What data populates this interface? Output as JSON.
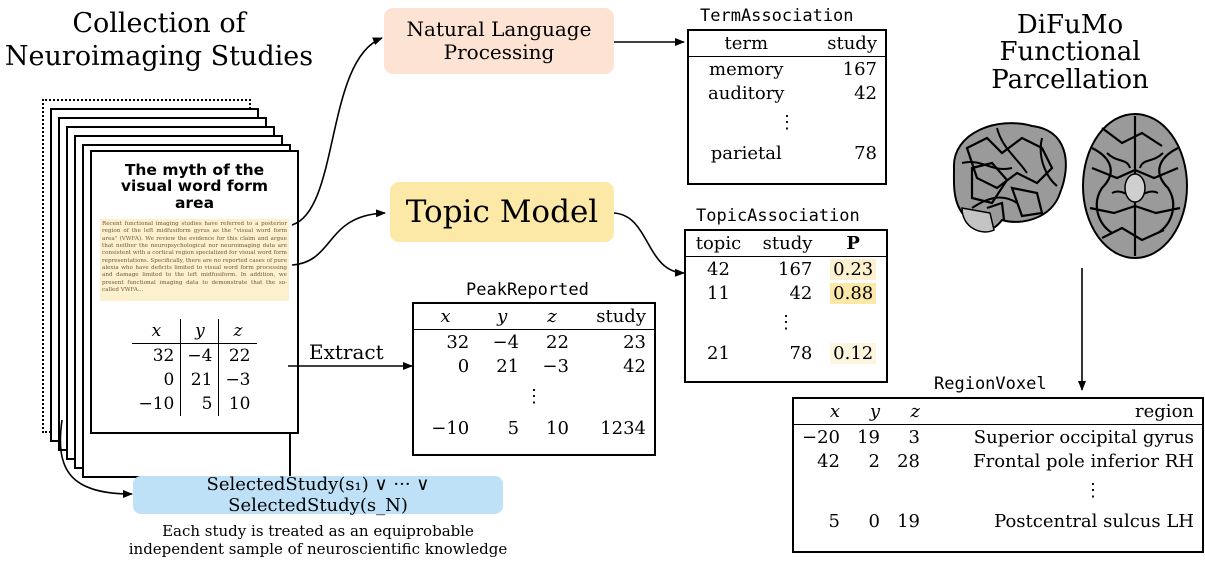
{
  "collection": {
    "title_line1": "Collection of",
    "title_line2": "Neuroimaging Studies"
  },
  "paper": {
    "title": "The myth of the visual word form area",
    "abstract": "Recent functional imaging studies have referred to a posterior region of the left midfusiform gyrus as the \"visual word form area\" (VWFA). We review the evidence for this claim and argue that neither the neuropsychological nor neuroimaging data are consistent with a cortical region specialized for visual word form representations. Specifically, there are no reported cases of pure alexia who have deficits limited to visual word form processing and damage limited to the left midfusiform. In addition, we present functional imaging data to demonstrate that the so-called VWFA...",
    "table": {
      "headers": [
        "x",
        "y",
        "z"
      ],
      "rows": [
        [
          "32",
          "−4",
          "22"
        ],
        [
          "0",
          "21",
          "−3"
        ],
        [
          "−10",
          "5",
          "10"
        ]
      ]
    }
  },
  "nlp": {
    "line1": "Natural Language",
    "line2": "Processing"
  },
  "topic_model": {
    "label": "Topic Model"
  },
  "extract": {
    "label": "Extract"
  },
  "selected": {
    "label": "SelectedStudy(s₁) ∨ ··· ∨ SelectedStudy(s_N)"
  },
  "caption": {
    "line1": "Each study is treated as an equiprobable",
    "line2": "independent sample of neuroscientific knowledge"
  },
  "term_association": {
    "title": "TermAssociation",
    "headers": [
      "term",
      "study"
    ],
    "rows": [
      [
        "memory",
        "167"
      ],
      [
        "auditory",
        "42"
      ],
      [
        "parietal",
        "78"
      ]
    ]
  },
  "topic_association": {
    "title": "TopicAssociation",
    "headers": [
      "topic",
      "study",
      "P"
    ],
    "rows": [
      [
        "42",
        "167",
        "0.23"
      ],
      [
        "11",
        "42",
        "0.88"
      ],
      [
        "21",
        "78",
        "0.12"
      ]
    ]
  },
  "peak_reported": {
    "title": "PeakReported",
    "headers": [
      "x",
      "y",
      "z",
      "study"
    ],
    "rows": [
      [
        "32",
        "−4",
        "22",
        "23"
      ],
      [
        "0",
        "21",
        "−3",
        "42"
      ],
      [
        "−10",
        "5",
        "10",
        "1234"
      ]
    ]
  },
  "difumo": {
    "line1": "DiFuMo",
    "line2": "Functional",
    "line3": "Parcellation"
  },
  "region_voxel": {
    "title": "RegionVoxel",
    "headers": [
      "x",
      "y",
      "z",
      "region"
    ],
    "rows": [
      [
        "−20",
        "19",
        "3",
        "Superior occipital gyrus"
      ],
      [
        "42",
        "2",
        "28",
        "Frontal pole inferior RH"
      ],
      [
        "5",
        "0",
        "19",
        "Postcentral sulcus LH"
      ]
    ]
  },
  "colors": {
    "nlp": "#fde3d3",
    "topic": "#fde9a7",
    "selected": "#bfe1f7",
    "highlight": "#fde9a7"
  }
}
